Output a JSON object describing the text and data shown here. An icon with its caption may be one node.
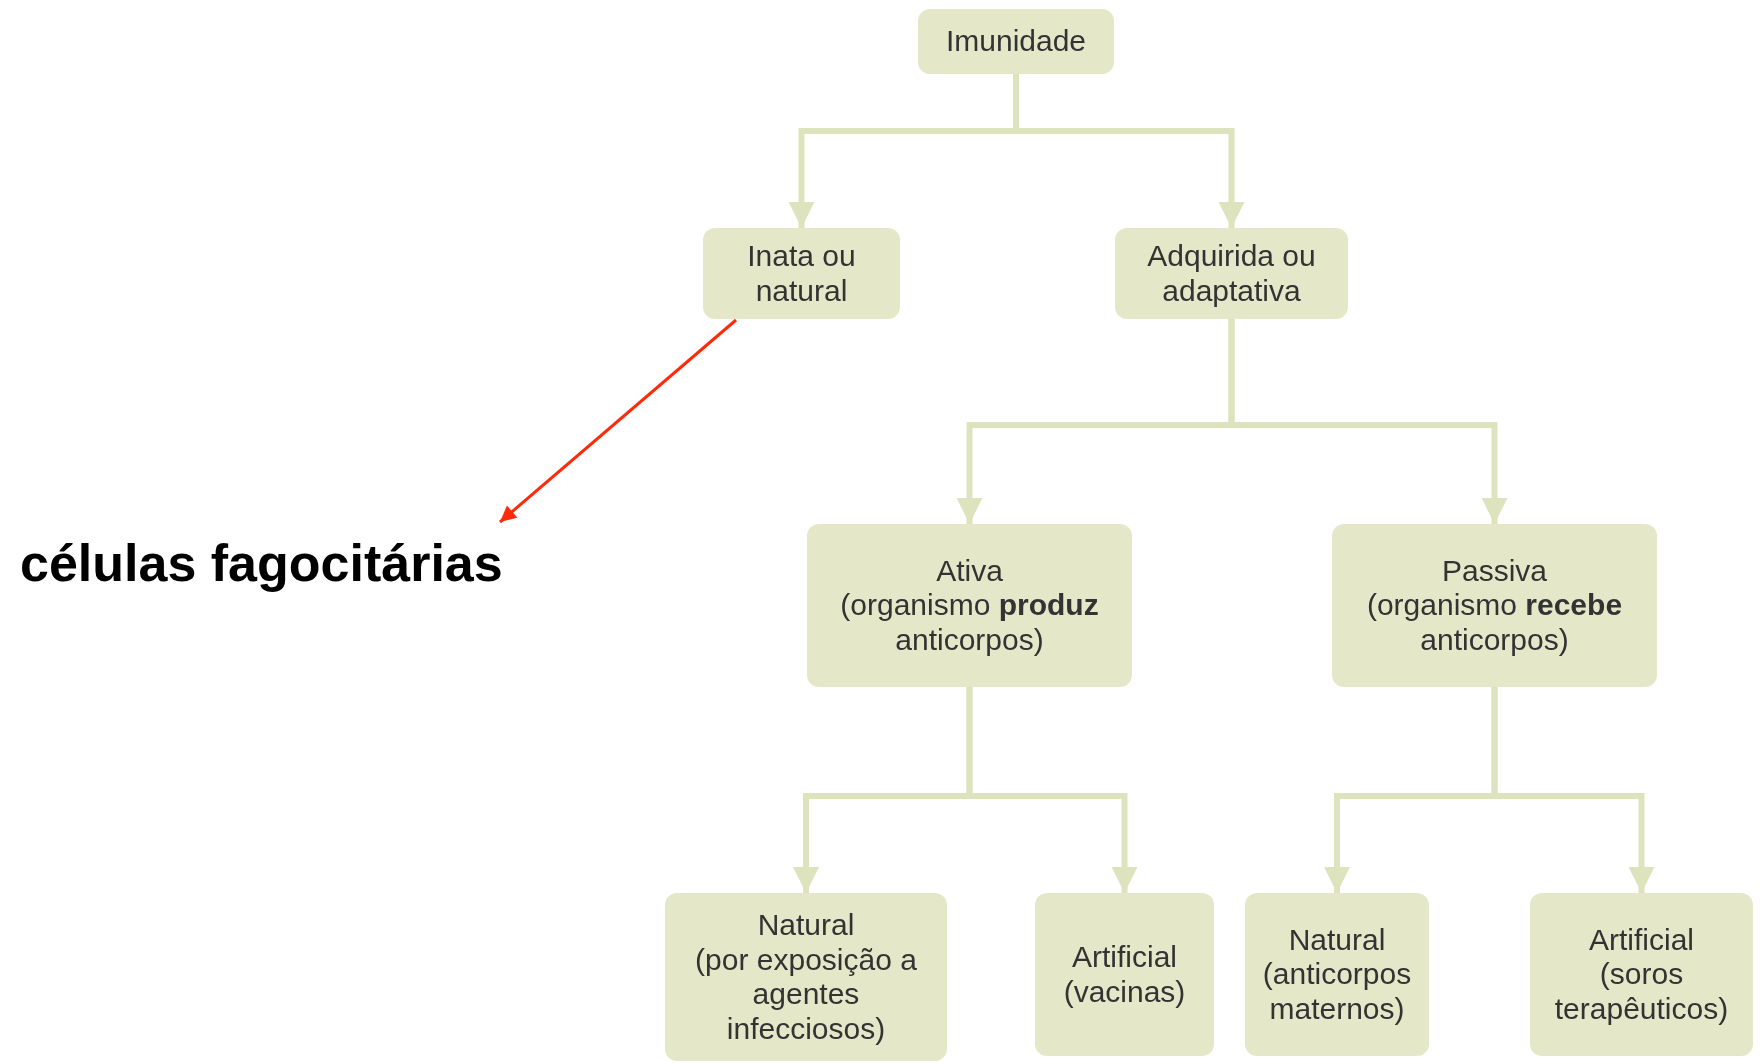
{
  "diagram": {
    "nodes": [
      {
        "text": [
          "Imunidade"
        ]
      },
      {
        "text": [
          "Inata ou natural"
        ]
      },
      {
        "text": [
          "Adquirida ou adaptativa"
        ]
      },
      {
        "text": [
          "Ativa",
          "(organismo **produz** anticorpos)"
        ]
      },
      {
        "text": [
          "Passiva",
          "(organismo **recebe** anticorpos)"
        ]
      },
      {
        "text": [
          "Natural",
          "(por exposição a agentes infecciosos)"
        ]
      },
      {
        "text": [
          "Artificial",
          "(vacinas)"
        ]
      },
      {
        "text": [
          "Natural",
          "(anticorpos maternos)"
        ]
      },
      {
        "text": [
          "Artificial",
          "(soros terapêuticos)"
        ]
      },
      {
        "text": [
          "células fagocitárias"
        ]
      }
    ],
    "edges": [
      {
        "from": 0,
        "to": 1,
        "arrow": "to"
      },
      {
        "from": 0,
        "to": 2,
        "arrow": "to"
      },
      {
        "from": 2,
        "to": 3,
        "arrow": "to"
      },
      {
        "from": 2,
        "to": 4,
        "arrow": "to"
      },
      {
        "from": 3,
        "to": 5,
        "arrow": "to"
      },
      {
        "from": 3,
        "to": 6,
        "arrow": "to"
      },
      {
        "from": 4,
        "to": 7,
        "arrow": "to"
      },
      {
        "from": 4,
        "to": 8,
        "arrow": "to"
      },
      {
        "from": 1,
        "to": 9,
        "arrow": "to",
        "color": "#ff2a0a"
      }
    ]
  }
}
